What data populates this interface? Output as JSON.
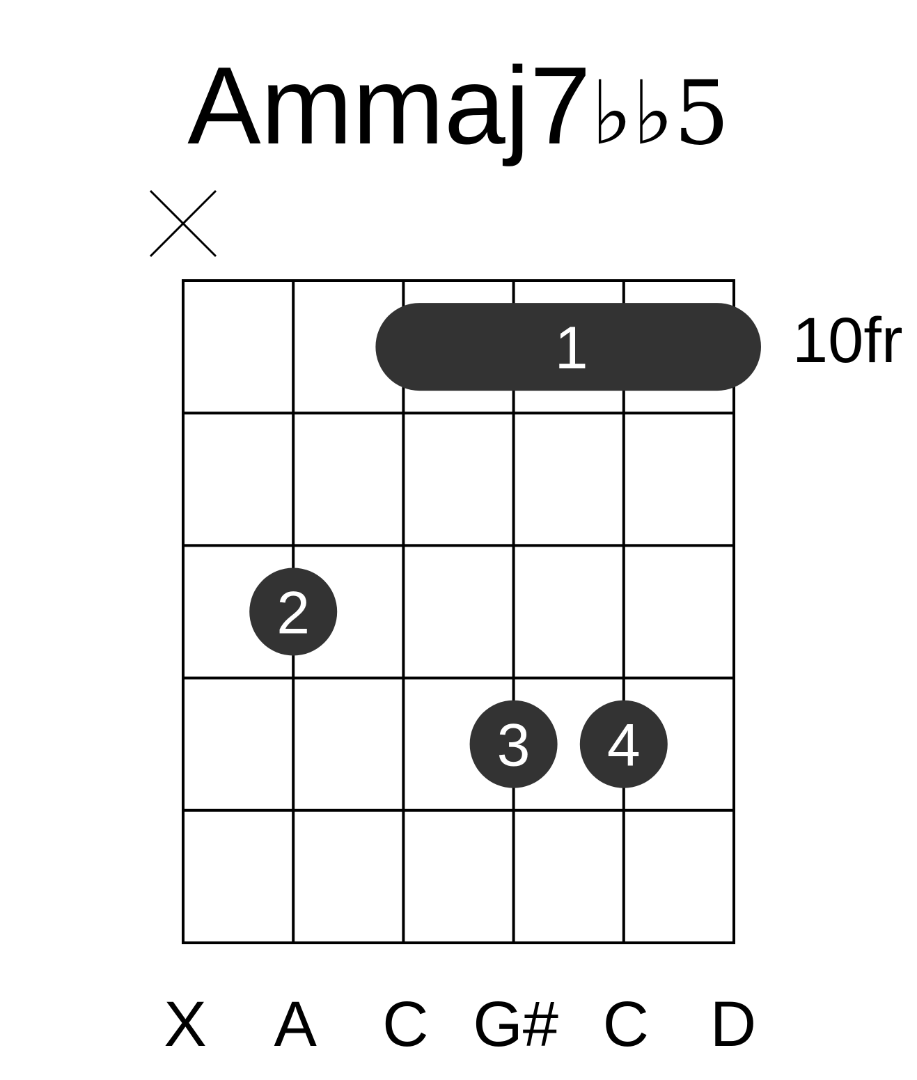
{
  "chord": {
    "name": "Ammaj7",
    "name_suffix": "♭♭5",
    "base_fret_label": "10fr"
  },
  "colors": {
    "background": "#ffffff",
    "grid": "#000000",
    "dot": "#333333",
    "dot_text": "#ffffff"
  },
  "strings": [
    {
      "note": "X",
      "muted": true
    },
    {
      "note": "A",
      "muted": false
    },
    {
      "note": "C",
      "muted": false
    },
    {
      "note": "G#",
      "muted": false
    },
    {
      "note": "C",
      "muted": false
    },
    {
      "note": "D",
      "muted": false
    }
  ],
  "fingering": {
    "barre": {
      "finger": "1",
      "fret": 1,
      "from_string": 3,
      "to_string": 6
    },
    "dots": [
      {
        "finger": "2",
        "string": 2,
        "fret": 3
      },
      {
        "finger": "3",
        "string": 4,
        "fret": 4
      },
      {
        "finger": "4",
        "string": 5,
        "fret": 4
      }
    ]
  }
}
